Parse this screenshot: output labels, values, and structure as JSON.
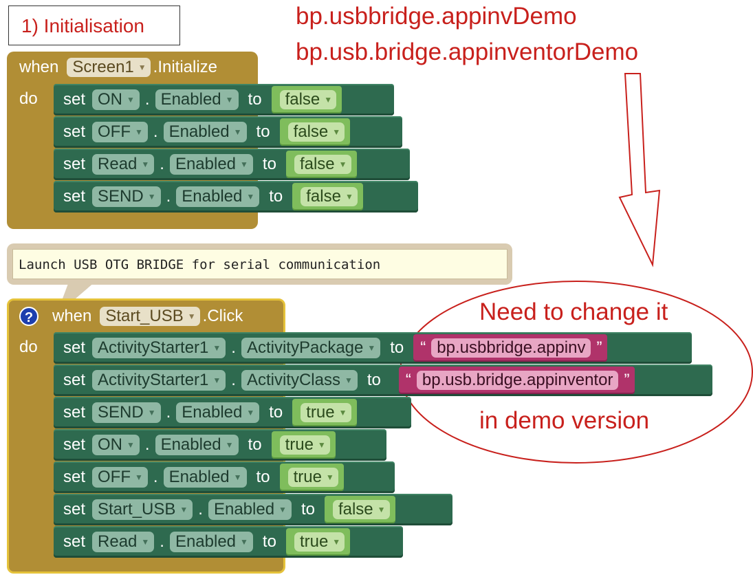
{
  "title": "1) Initialisation",
  "notes": {
    "line1": "bp.usbbridge.appinvDemo",
    "line2": "bp.usb.bridge.appinventorDemo",
    "ellipse_top": "Need to change it",
    "ellipse_bottom": "in demo version"
  },
  "colors": {
    "annotation": "#c8201c",
    "event_block": "#b18e35",
    "set_block": "#2e6a4f",
    "logic_block": "#7fbd5c",
    "text_block": "#b0336a"
  },
  "words": {
    "when": "when",
    "do": "do",
    "set": "set",
    "to": "to",
    "dot": "."
  },
  "init_block": {
    "component": "Screen1",
    "event": ".Initialize",
    "statements": [
      {
        "component": "ON",
        "property": "Enabled",
        "value": "false"
      },
      {
        "component": "OFF",
        "property": "Enabled",
        "value": "false"
      },
      {
        "component": "Read",
        "property": "Enabled",
        "value": "false"
      },
      {
        "component": "SEND",
        "property": "Enabled",
        "value": "false"
      }
    ]
  },
  "comment": "Launch USB OTG BRIDGE for serial communication",
  "click_block": {
    "help_icon": "question-icon",
    "help_glyph": "?",
    "component": "Start_USB",
    "event": ".Click",
    "statements": [
      {
        "component": "ActivityStarter1",
        "property": "ActivityPackage",
        "text_value": "bp.usbbridge.appinv"
      },
      {
        "component": "ActivityStarter1",
        "property": "ActivityClass",
        "text_value": "bp.usb.bridge.appinventor"
      },
      {
        "component": "SEND",
        "property": "Enabled",
        "value": "true"
      },
      {
        "component": "ON",
        "property": "Enabled",
        "value": "true"
      },
      {
        "component": "OFF",
        "property": "Enabled",
        "value": "true"
      },
      {
        "component": "Start_USB",
        "property": "Enabled",
        "value": "false"
      },
      {
        "component": "Read",
        "property": "Enabled",
        "value": "true"
      }
    ],
    "quote_open": "“",
    "quote_close": "”"
  }
}
